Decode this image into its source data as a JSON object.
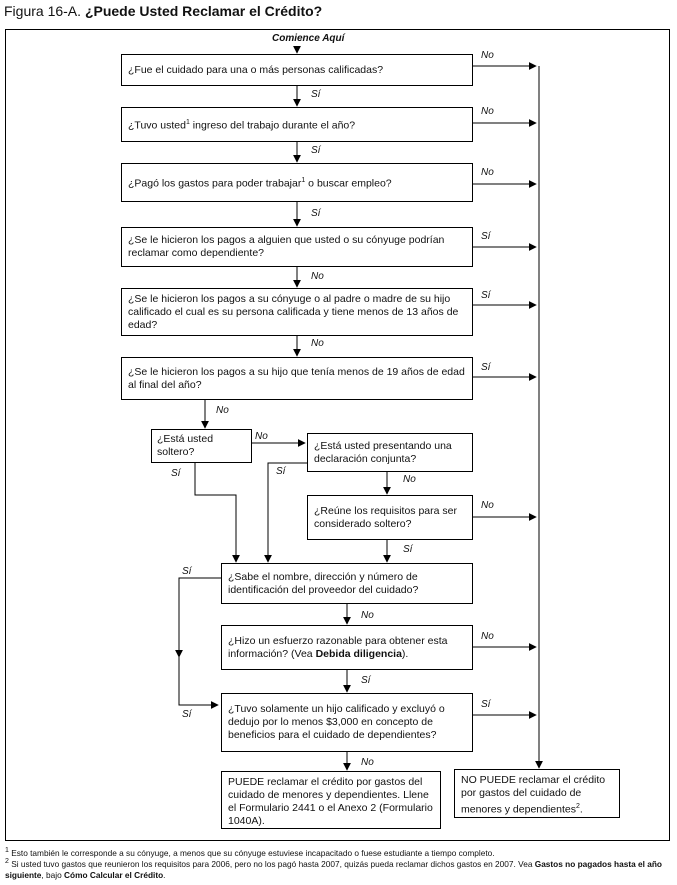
{
  "title": {
    "prefix": "Figura 16-A.",
    "main": "¿Puede Usted Reclamar el Crédito?"
  },
  "start_label": "Comience Aquí",
  "questions": {
    "q1": "¿Fue el cuidado para una o más personas calificadas?",
    "q2_a": "¿Tuvo usted",
    "q2_b": " ingreso del trabajo durante el año?",
    "q3_a": "¿Pagó los gastos para poder trabajar",
    "q3_b": " o buscar empleo?",
    "q4": "¿Se le hicieron los pagos a alguien que usted o su cónyuge podrían reclamar como dependiente?",
    "q5": "¿Se le hicieron los pagos a su cónyuge o al padre o madre de su hijo calificado el cual es su persona calificada y tiene menos de 13 años de edad?",
    "q6": "¿Se le hicieron los pagos a su hijo que tenía menos de 19 años de edad al final del año?",
    "q7": "¿Está usted soltero?",
    "q8": "¿Está usted presentando una declaración conjunta?",
    "q9": "¿Reúne los requisitos para ser considerado soltero?",
    "q10": "¿Sabe el nombre, dirección y número de identificación del proveedor del cuidado?",
    "q11_a": "¿Hizo un esfuerzo razonable para obtener esta información? (Vea ",
    "q11_bold": "Debida diligencia",
    "q11_c": ").",
    "q12": "¿Tuvo solamente un hijo calificado y excluyó o dedujo por lo menos $3,000 en concepto de beneficios para el cuidado de dependientes?"
  },
  "results": {
    "can": "PUEDE reclamar el crédito por gastos del cuidado de menores y dependientes. Llene el Formulario 2441 o el Anexo 2 (Formulario 1040A).",
    "cannot": "NO PUEDE reclamar el crédito por gastos del cuidado de menores y dependientes",
    "cannot_end": "."
  },
  "answers": {
    "yes": "Sí",
    "no": "No"
  },
  "footnote_marks": {
    "one": "1",
    "two": "2"
  },
  "footnotes": {
    "one": "Esto también le corresponde a su cónyuge, a menos que su cónyuge estuviese incapacitado o fuese estudiante a tiempo completo.",
    "two_a": "Si usted tuvo gastos que reunieron los requisitos para 2006, pero no los pagó hasta 2007, quizás pueda reclamar dichos gastos en 2007. Vea ",
    "two_bold1": "Gastos no pagados hasta el año siguiente",
    "two_b": ", bajo ",
    "two_bold2": "Cómo Calcular el Crédito",
    "two_c": "."
  }
}
